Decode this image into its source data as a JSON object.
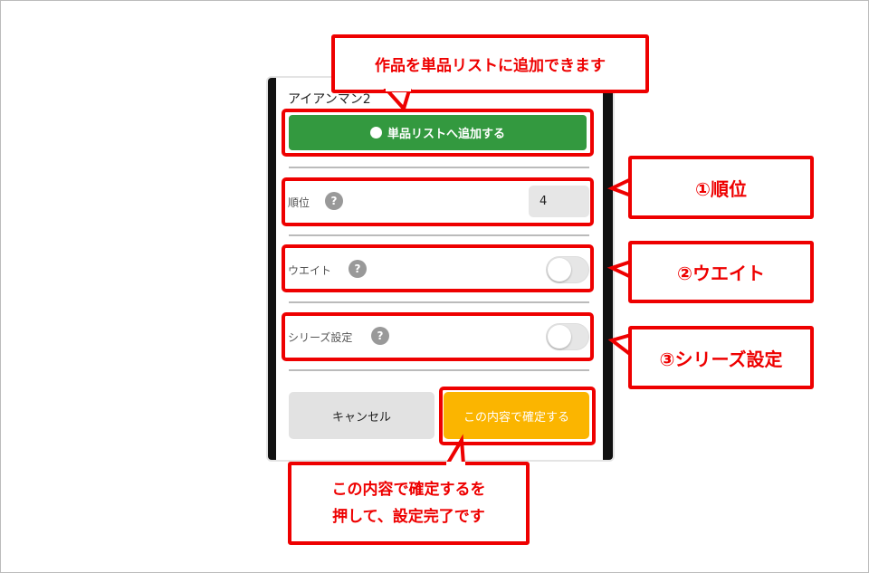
{
  "dialog": {
    "title": "アイアンマン2",
    "add_button": "単品リストへ追加する",
    "rank": {
      "label": "順位",
      "help": "?",
      "value": "4"
    },
    "wait": {
      "label": "ウエイト",
      "help": "?",
      "on": false
    },
    "series": {
      "label": "シリーズ設定",
      "help": "?",
      "on": false
    },
    "cancel": "キャンセル",
    "confirm": "この内容で確定する"
  },
  "annotations": {
    "top": "作品を単品リストに追加できます",
    "rank": "①順位",
    "wait": "②ウエイト",
    "series": "③シリーズ設定",
    "bottom_line1": "この内容で確定するを",
    "bottom_line2": "押して、設定完了です"
  },
  "colors": {
    "accent_red": "#ee0000",
    "green": "#33993f",
    "confirm": "#fbb500"
  }
}
